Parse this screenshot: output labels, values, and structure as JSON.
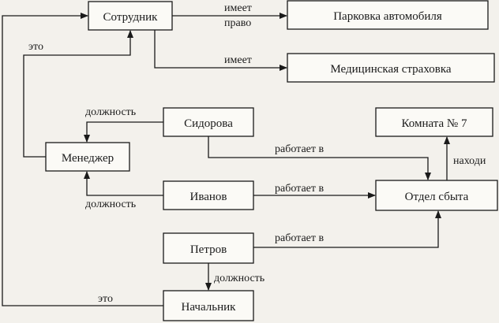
{
  "nodes": {
    "employee": "Сотрудник",
    "parking": "Парковка автомобиля",
    "insurance": "Медицинская страховка",
    "sidorova": "Сидорова",
    "room": "Комната № 7",
    "manager": "Менеджер",
    "ivanov": "Иванов",
    "sales": "Отдел сбыта",
    "petrov": "Петров",
    "chief": "Начальник"
  },
  "labels": {
    "has_right_1": "имеет",
    "has_right_2": "право",
    "has": "имеет",
    "is_a_manager": "это",
    "is_a_chief": "это",
    "position_sidorova": "должность",
    "position_ivanov": "должность",
    "position_petrov": "должность",
    "works_sidorova": "работает в",
    "works_ivanov": "работает в",
    "works_petrov": "работает в",
    "located": "находи"
  }
}
